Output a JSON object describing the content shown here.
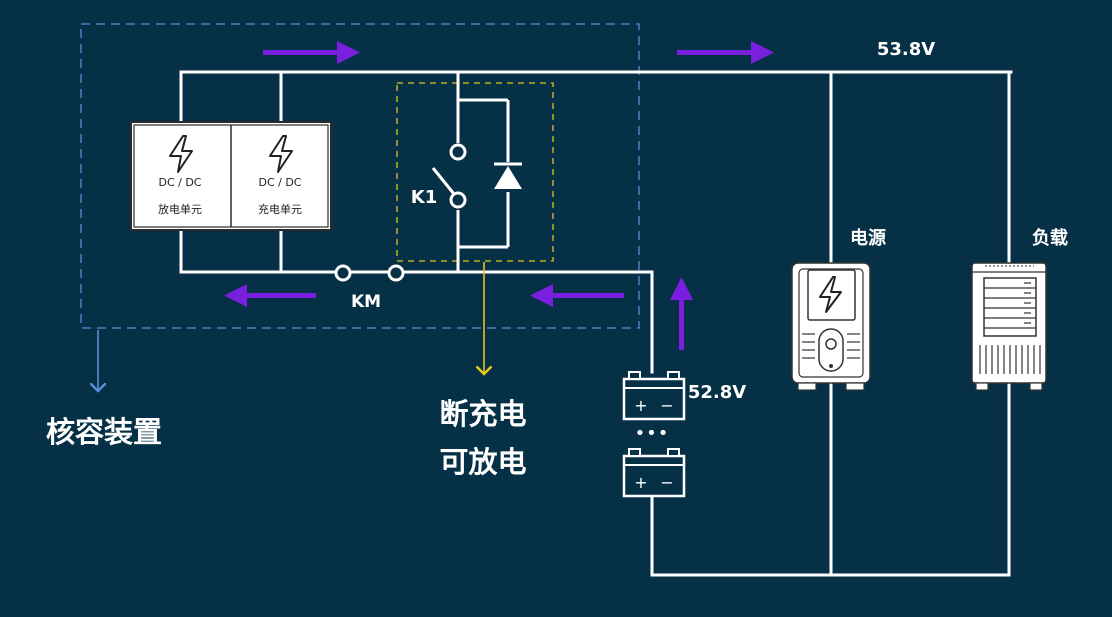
{
  "colors": {
    "background": "#053045",
    "wire": "#ffffff",
    "flow_arrow": "#7a1fe0",
    "device_box_outline": "#5a8ed6",
    "switch_box_outline": "#e3c51b",
    "text": "#ffffff"
  },
  "dcdc": {
    "discharge": {
      "line1": "DC / DC",
      "line2": "放电单元",
      "icon": "lightning-bolt-icon"
    },
    "charge": {
      "line1": "DC / DC",
      "line2": "充电单元",
      "icon": "lightning-bolt-icon"
    }
  },
  "switches": {
    "k1": "K1",
    "km": "KM"
  },
  "voltages": {
    "bus": "53.8V",
    "battery": "52.8V"
  },
  "labels": {
    "device": "核容装置",
    "state_line1": "断充电",
    "state_line2": "可放电",
    "power_supply": "电源",
    "load": "负载"
  },
  "battery": {
    "plus": "+",
    "minus": "−",
    "ellipsis": "•••"
  },
  "icons": [
    "lightning-bolt-icon",
    "diode-icon",
    "power-supply-icon",
    "load-rack-icon",
    "battery-icon"
  ]
}
